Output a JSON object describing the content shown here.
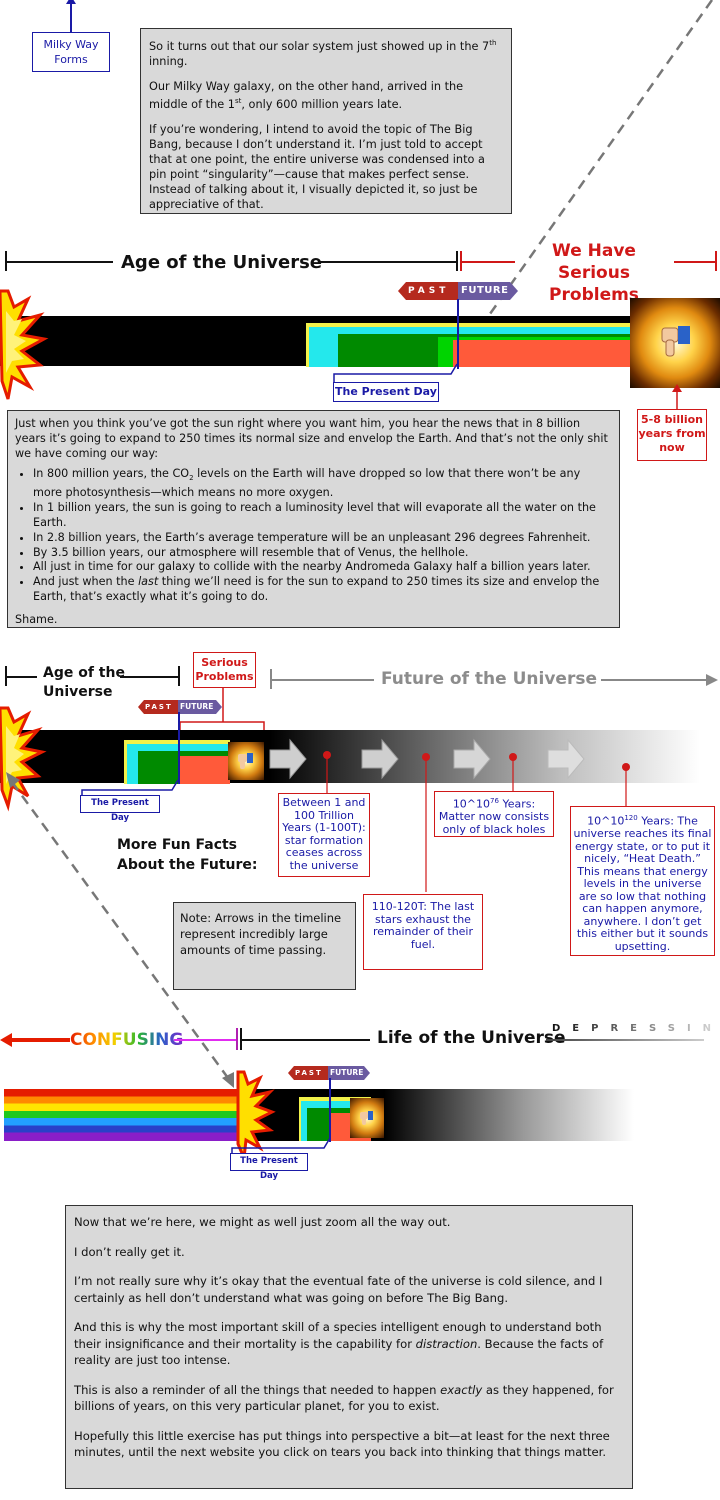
{
  "milky_way_label": "Milky Way Forms",
  "top_box": {
    "p1a": "So it turns out that our solar system just showed up in the 7",
    "p1sup": "th",
    "p1b": " inning.",
    "p2a": "Our Milky Way galaxy, on the other hand, arrived in the middle of the 1",
    "p2sup": "st",
    "p2b": ", only 600 million years late.",
    "p3": "If you’re wondering, I intend to avoid the topic of The Big Bang, because I don’t understand it.  I’m just told to accept that at one point, the entire universe was condensed into a pin point “singularity”—cause that makes perfect sense.  Instead of talking about it, I visually depicted it, so just be appreciative of that."
  },
  "timeline1": {
    "age_label": "Age of the Universe",
    "problems_label": "We Have Serious Problems",
    "past": "PAST",
    "future": "FUTURE",
    "present_day": "The Present Day",
    "years_label": "5-8 billion years from now"
  },
  "middle_box": {
    "intro": "Just when you think you’ve got the sun right where you want him, you hear the news that in 8 billion years it’s going to expand to 250 times its normal size and envelop the Earth.  And that’s not the only shit we have coming our way:",
    "b1a": "In 800 million years, the CO",
    "b1sub": "2",
    "b1b": " levels on the Earth will have dropped so low that there won’t be any more photosynthesis—which means no more oxygen.",
    "b2": "In 1 billion years, the sun is going to reach a luminosity level that will evaporate all the water on the Earth.",
    "b3": "In 2.8 billion years, the Earth’s average temperature will be an unpleasant 296 degrees Fahrenheit.",
    "b4": "By 3.5 billion years, our atmosphere will resemble that of Venus, the hellhole.",
    "b5": "All just in time for our galaxy to collide with the nearby Andromeda Galaxy half a billion years later.",
    "b6a": "And just when the ",
    "b6em": "last",
    "b6b": " thing we’ll need is for the sun to expand to 250 times its size and envelop the Earth, that’s exactly what it’s going to do.",
    "outro": "Shame."
  },
  "timeline2": {
    "age_label": "Age of the Universe",
    "serious_label": "Serious Problems",
    "future_label": "Future of the Universe",
    "past": "PAST",
    "future": "FUTURE",
    "present_day": "The Present Day",
    "fact1": "Between 1 and 100 Trillion Years (1-100T): star formation ceases across the universe",
    "fact2": "110-120T: The last stars exhaust the remainder of their fuel.",
    "fact3a": "10^10",
    "fact3sup": "76",
    "fact3b": " Years: Matter now consists only of black holes",
    "fact4a": "10^10",
    "fact4sup": "120",
    "fact4b": " Years: The universe reaches its final energy state, or to put it nicely, “Heat Death.” This means that energy levels in the universe are so low that nothing can happen anymore, anywhere.  I don’t get this either but it sounds upsetting.",
    "more_facts": "More Fun Facts About the Future:",
    "note": "Note:  Arrows in the timeline represent incredibly large amounts of time passing."
  },
  "timeline3": {
    "confusing": "CONFUSING",
    "life_label": "Life of the Universe",
    "depressing": "DEPRESSING",
    "past": "PAST",
    "future": "FUTURE",
    "present_day": "The Present Day"
  },
  "bottom_box": {
    "p1": "Now that we’re here, we might as well just zoom all the way out.",
    "p2": "I don’t really get it.",
    "p3": "I’m not really sure why it’s okay that the eventual fate of the universe is cold silence, and I certainly as hell don’t understand what was going on before The Big Bang.",
    "p4a": "And this is why the most important skill of a species intelligent enough to understand both their insignificance and their mortality is the capability for ",
    "p4em": "distraction",
    "p4b": ".  Because the facts of reality are just too intense.",
    "p5a": "This is also a reminder of all the things that needed to happen ",
    "p5em": "exactly",
    "p5b": " as they happened, for billions of years, on this very particular planet, for you to exist.",
    "p6": "Hopefully this little exercise has put things into perspective a bit—at least for the next three minutes, until the next website you click on tears you back into thinking that things matter."
  },
  "colors": {
    "blue": "#1a1aa6",
    "red": "#d01818",
    "past_red": "#b52a1e",
    "future_purple": "#6a5aa0",
    "grey_box": "#d9d9d9"
  }
}
